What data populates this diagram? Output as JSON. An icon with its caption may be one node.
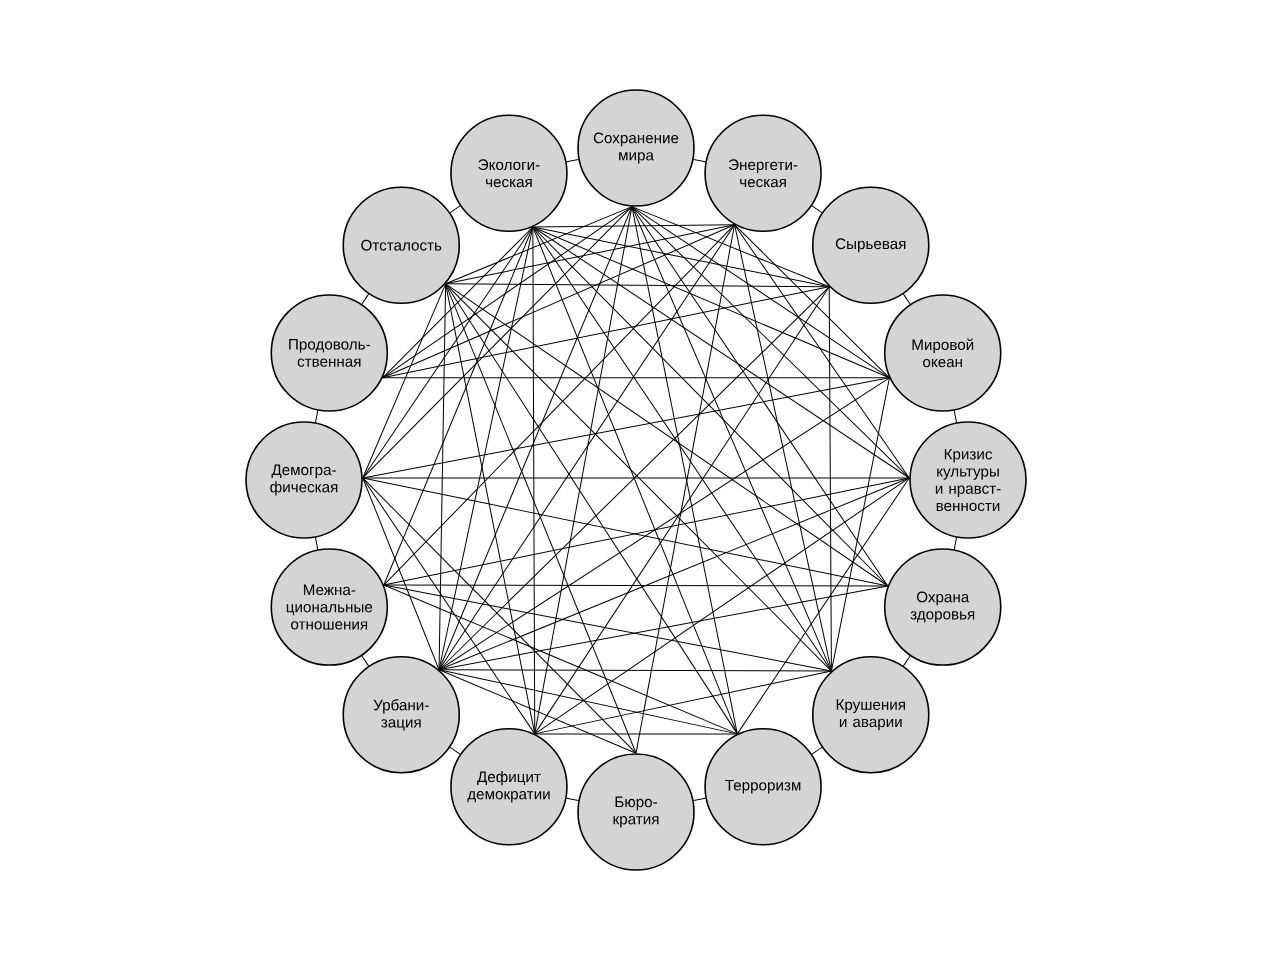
{
  "diagram": {
    "nodes": [
      {
        "text": [
          "Сохранение мира"
        ]
      },
      {
        "text": [
          "Энергети- ческая"
        ]
      },
      {
        "text": [
          "Сырьевая"
        ]
      },
      {
        "text": [
          "Мировой океан"
        ]
      },
      {
        "text": [
          "Кризис культуры и нравст- венности"
        ]
      },
      {
        "text": [
          "Охрана здоровья"
        ]
      },
      {
        "text": [
          "Крушения и аварии"
        ]
      },
      {
        "text": [
          "Терроризм"
        ]
      },
      {
        "text": [
          "Бюро- кратия"
        ]
      },
      {
        "text": [
          "Дефицит демократии"
        ]
      },
      {
        "text": [
          "Урбани- зация"
        ]
      },
      {
        "text": [
          "Межна- циональные отношения"
        ]
      },
      {
        "text": [
          "Демогра- фическая"
        ]
      },
      {
        "text": [
          "Продоволь- ственная"
        ]
      },
      {
        "text": [
          "Отсталость"
        ]
      },
      {
        "text": [
          "Экологи- ческая"
        ]
      }
    ],
    "edges": [
      {
        "from": 0,
        "to": 1,
        "arrow": "none"
      },
      {
        "from": 1,
        "to": 2,
        "arrow": "none"
      },
      {
        "from": 2,
        "to": 3,
        "arrow": "none"
      },
      {
        "from": 3,
        "to": 4,
        "arrow": "none"
      },
      {
        "from": 4,
        "to": 5,
        "arrow": "none"
      },
      {
        "from": 5,
        "to": 6,
        "arrow": "none"
      },
      {
        "from": 6,
        "to": 7,
        "arrow": "none"
      },
      {
        "from": 7,
        "to": 8,
        "arrow": "none"
      },
      {
        "from": 8,
        "to": 9,
        "arrow": "none"
      },
      {
        "from": 9,
        "to": 10,
        "arrow": "none"
      },
      {
        "from": 10,
        "to": 11,
        "arrow": "none"
      },
      {
        "from": 11,
        "to": 12,
        "arrow": "none"
      },
      {
        "from": 12,
        "to": 13,
        "arrow": "none"
      },
      {
        "from": 13,
        "to": 14,
        "arrow": "none"
      },
      {
        "from": 14,
        "to": 15,
        "arrow": "none"
      },
      {
        "from": 15,
        "to": 0,
        "arrow": "none"
      },
      {
        "from": 0,
        "to": 2,
        "arrow": "none"
      },
      {
        "from": 0,
        "to": 3,
        "arrow": "none"
      },
      {
        "from": 0,
        "to": 4,
        "arrow": "none"
      },
      {
        "from": 0,
        "to": 5,
        "arrow": "none"
      },
      {
        "from": 0,
        "to": 6,
        "arrow": "none"
      },
      {
        "from": 0,
        "to": 7,
        "arrow": "none"
      },
      {
        "from": 0,
        "to": 9,
        "arrow": "none"
      },
      {
        "from": 0,
        "to": 10,
        "arrow": "none"
      },
      {
        "from": 0,
        "to": 12,
        "arrow": "none"
      },
      {
        "from": 0,
        "to": 13,
        "arrow": "none"
      },
      {
        "from": 0,
        "to": 14,
        "arrow": "none"
      },
      {
        "from": 1,
        "to": 3,
        "arrow": "none"
      },
      {
        "from": 1,
        "to": 4,
        "arrow": "none"
      },
      {
        "from": 1,
        "to": 6,
        "arrow": "none"
      },
      {
        "from": 1,
        "to": 8,
        "arrow": "none"
      },
      {
        "from": 1,
        "to": 10,
        "arrow": "none"
      },
      {
        "from": 1,
        "to": 11,
        "arrow": "none"
      },
      {
        "from": 1,
        "to": 13,
        "arrow": "none"
      },
      {
        "from": 1,
        "to": 14,
        "arrow": "none"
      },
      {
        "from": 1,
        "to": 15,
        "arrow": "none"
      },
      {
        "from": 2,
        "to": 6,
        "arrow": "none"
      },
      {
        "from": 2,
        "to": 9,
        "arrow": "none"
      },
      {
        "from": 2,
        "to": 10,
        "arrow": "none"
      },
      {
        "from": 2,
        "to": 13,
        "arrow": "none"
      },
      {
        "from": 2,
        "to": 14,
        "arrow": "none"
      },
      {
        "from": 2,
        "to": 15,
        "arrow": "none"
      },
      {
        "from": 3,
        "to": 13,
        "arrow": "none"
      },
      {
        "from": 3,
        "to": 10,
        "arrow": "none"
      },
      {
        "from": 3,
        "to": 12,
        "arrow": "none"
      },
      {
        "from": 3,
        "to": 15,
        "arrow": "none"
      },
      {
        "from": 3,
        "to": 6,
        "arrow": "none"
      },
      {
        "from": 4,
        "to": 10,
        "arrow": "none"
      },
      {
        "from": 4,
        "to": 11,
        "arrow": "none"
      },
      {
        "from": 4,
        "to": 12,
        "arrow": "none"
      },
      {
        "from": 4,
        "to": 15,
        "arrow": "none"
      },
      {
        "from": 4,
        "to": 9,
        "arrow": "none"
      },
      {
        "from": 4,
        "to": 7,
        "arrow": "none"
      },
      {
        "from": 5,
        "to": 12,
        "arrow": "none"
      },
      {
        "from": 5,
        "to": 10,
        "arrow": "none"
      },
      {
        "from": 5,
        "to": 15,
        "arrow": "none"
      },
      {
        "from": 5,
        "to": 14,
        "arrow": "none"
      },
      {
        "from": 5,
        "to": 11,
        "arrow": "none"
      },
      {
        "from": 6,
        "to": 10,
        "arrow": "none"
      },
      {
        "from": 6,
        "to": 11,
        "arrow": "none"
      },
      {
        "from": 6,
        "to": 14,
        "arrow": "none"
      },
      {
        "from": 6,
        "to": 15,
        "arrow": "none"
      },
      {
        "from": 6,
        "to": 9,
        "arrow": "none"
      },
      {
        "from": 7,
        "to": 9,
        "arrow": "none"
      },
      {
        "from": 7,
        "to": 10,
        "arrow": "none"
      },
      {
        "from": 7,
        "to": 11,
        "arrow": "none"
      },
      {
        "from": 7,
        "to": 14,
        "arrow": "none"
      },
      {
        "from": 7,
        "to": 15,
        "arrow": "none"
      },
      {
        "from": 8,
        "to": 10,
        "arrow": "none"
      },
      {
        "from": 8,
        "to": 14,
        "arrow": "none"
      },
      {
        "from": 8,
        "to": 12,
        "arrow": "none"
      },
      {
        "from": 9,
        "to": 14,
        "arrow": "none"
      },
      {
        "from": 9,
        "to": 12,
        "arrow": "none"
      },
      {
        "from": 9,
        "to": 15,
        "arrow": "none"
      },
      {
        "from": 10,
        "to": 14,
        "arrow": "none"
      },
      {
        "from": 10,
        "to": 15,
        "arrow": "none"
      },
      {
        "from": 10,
        "to": 12,
        "arrow": "none"
      },
      {
        "from": 11,
        "to": 15,
        "arrow": "none"
      },
      {
        "from": 12,
        "to": 15,
        "arrow": "none"
      },
      {
        "from": 12,
        "to": 14,
        "arrow": "none"
      },
      {
        "from": 13,
        "to": 15,
        "arrow": "none"
      }
    ]
  }
}
